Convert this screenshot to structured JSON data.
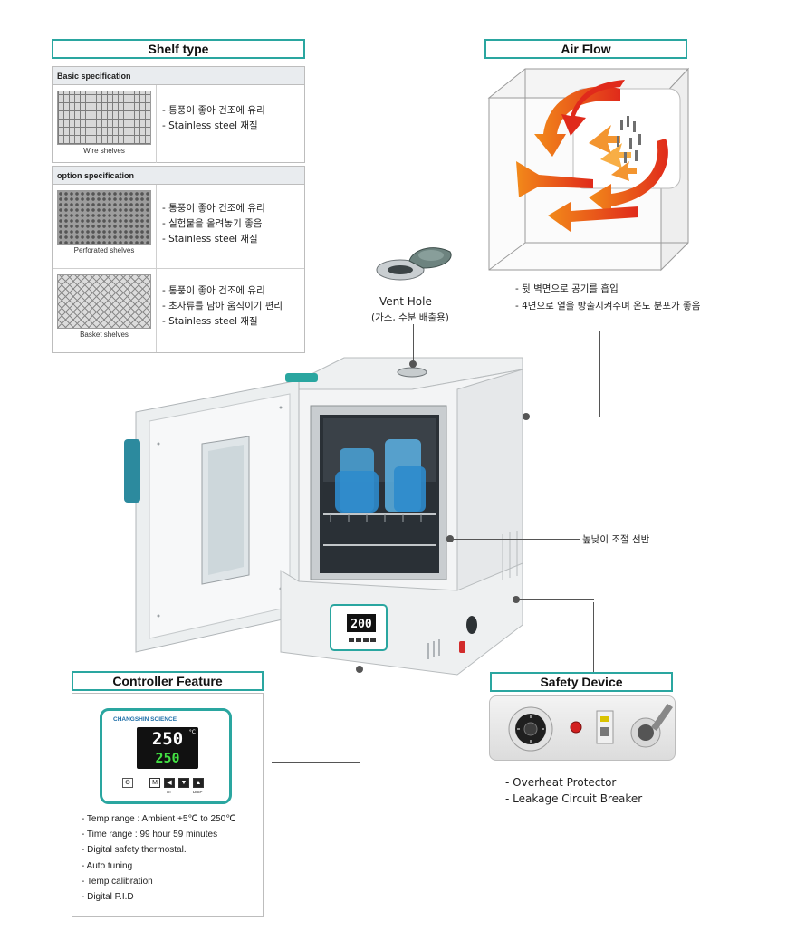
{
  "shelf_type": {
    "title": "Shelf type",
    "basic_header": "Basic specification",
    "option_header": "option specification",
    "items": [
      {
        "caption": "Wire shelves",
        "lines": [
          "- 통풍이 좋아 건조에 유리",
          "- Stainless steel 재질"
        ]
      },
      {
        "caption": "Perforated shelves",
        "lines": [
          "- 통풍이 좋아 건조에 유리",
          "- 실험물을 올려놓기 좋음",
          "- Stainless steel 재질"
        ]
      },
      {
        "caption": "Basket shelves",
        "lines": [
          "- 통풍이 좋아 건조에 유리",
          "- 초자류를 담아 움직이기 편리",
          "- Stainless steel 재질"
        ]
      }
    ]
  },
  "air_flow": {
    "title": "Air Flow",
    "lines": [
      "- 뒷 벽면으로 공기를 흡입",
      "- 4면으로 열을 방출시켜주며 온도 분포가 좋음"
    ]
  },
  "vent_hole": {
    "title": "Vent Hole",
    "subtitle": "(가스, 수분 배출용)"
  },
  "shelf_adjust_label": "높낮이 조절 선반",
  "controller": {
    "title": "Controller Feature",
    "brand": "CHANGSHIN SCIENCE",
    "pv": "250",
    "sv": "250",
    "unit": "°C",
    "buttons": [
      "M",
      "◀",
      "▼",
      "▲"
    ],
    "sub_labels": [
      "AT",
      "DISP"
    ],
    "features": [
      "- Temp range : Ambient +5℃ to 250℃",
      "- Time range : 99 hour 59 minutes",
      "- Digital safety thermostal.",
      "- Auto tuning",
      "- Temp calibration",
      "- Digital P.I.D"
    ]
  },
  "oven_display": {
    "pv": "200"
  },
  "safety": {
    "title": "Safety Device",
    "lines": [
      "- Overheat Protector",
      "- Leakage Circuit Breaker"
    ]
  },
  "colors": {
    "accent": "#2aa6a0",
    "arrow_red": "#e02a1b",
    "arrow_orange": "#f28a1a"
  }
}
